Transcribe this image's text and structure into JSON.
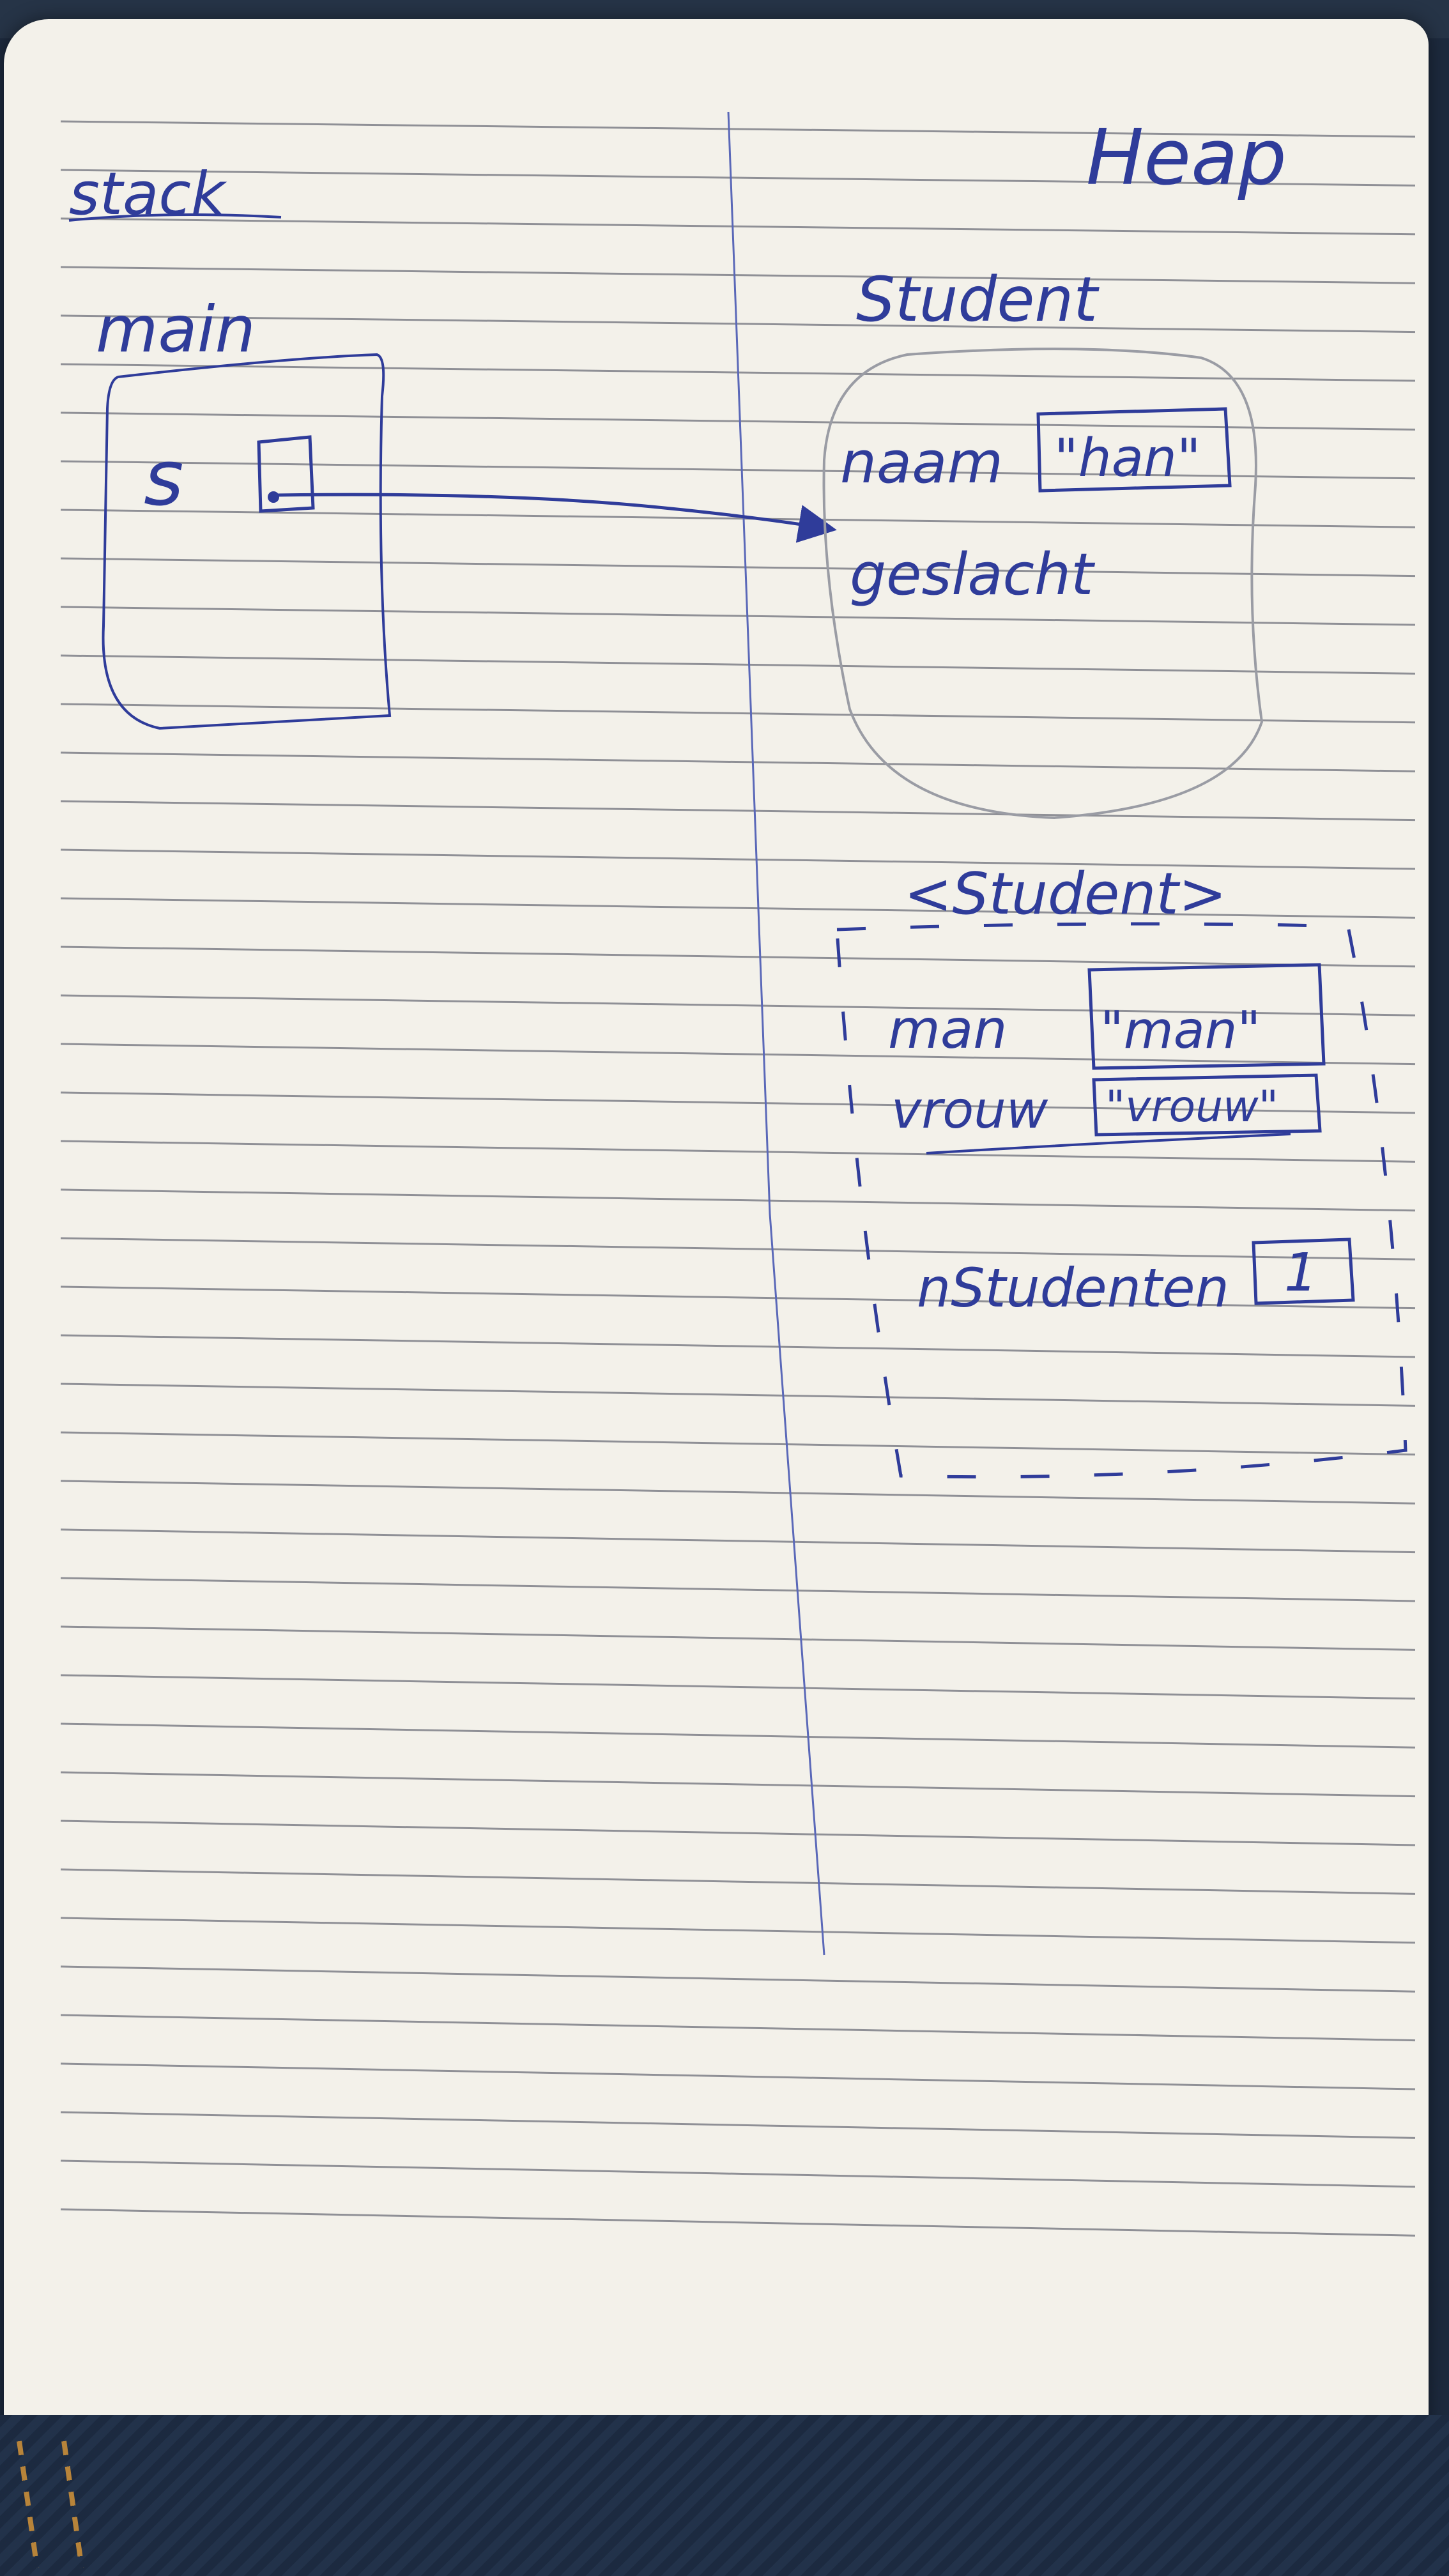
{
  "labels": {
    "stack": "stack",
    "heap": "Heap",
    "main": "main",
    "s": "s",
    "student_object": "Student",
    "naam": "naam",
    "naam_value": "\"han\"",
    "geslacht": "geslacht",
    "student_class": "<Student>",
    "man": "man",
    "man_value": "\"man\"",
    "vrouw": "vrouw",
    "vrouw_value": "\"vrouw\"",
    "nstudenten": "nStudenten",
    "nstudenten_value": "1"
  },
  "colors": {
    "ink": "#2f3c9a",
    "paper": "#f3f1ea",
    "ruled_line": "#8f9096"
  }
}
